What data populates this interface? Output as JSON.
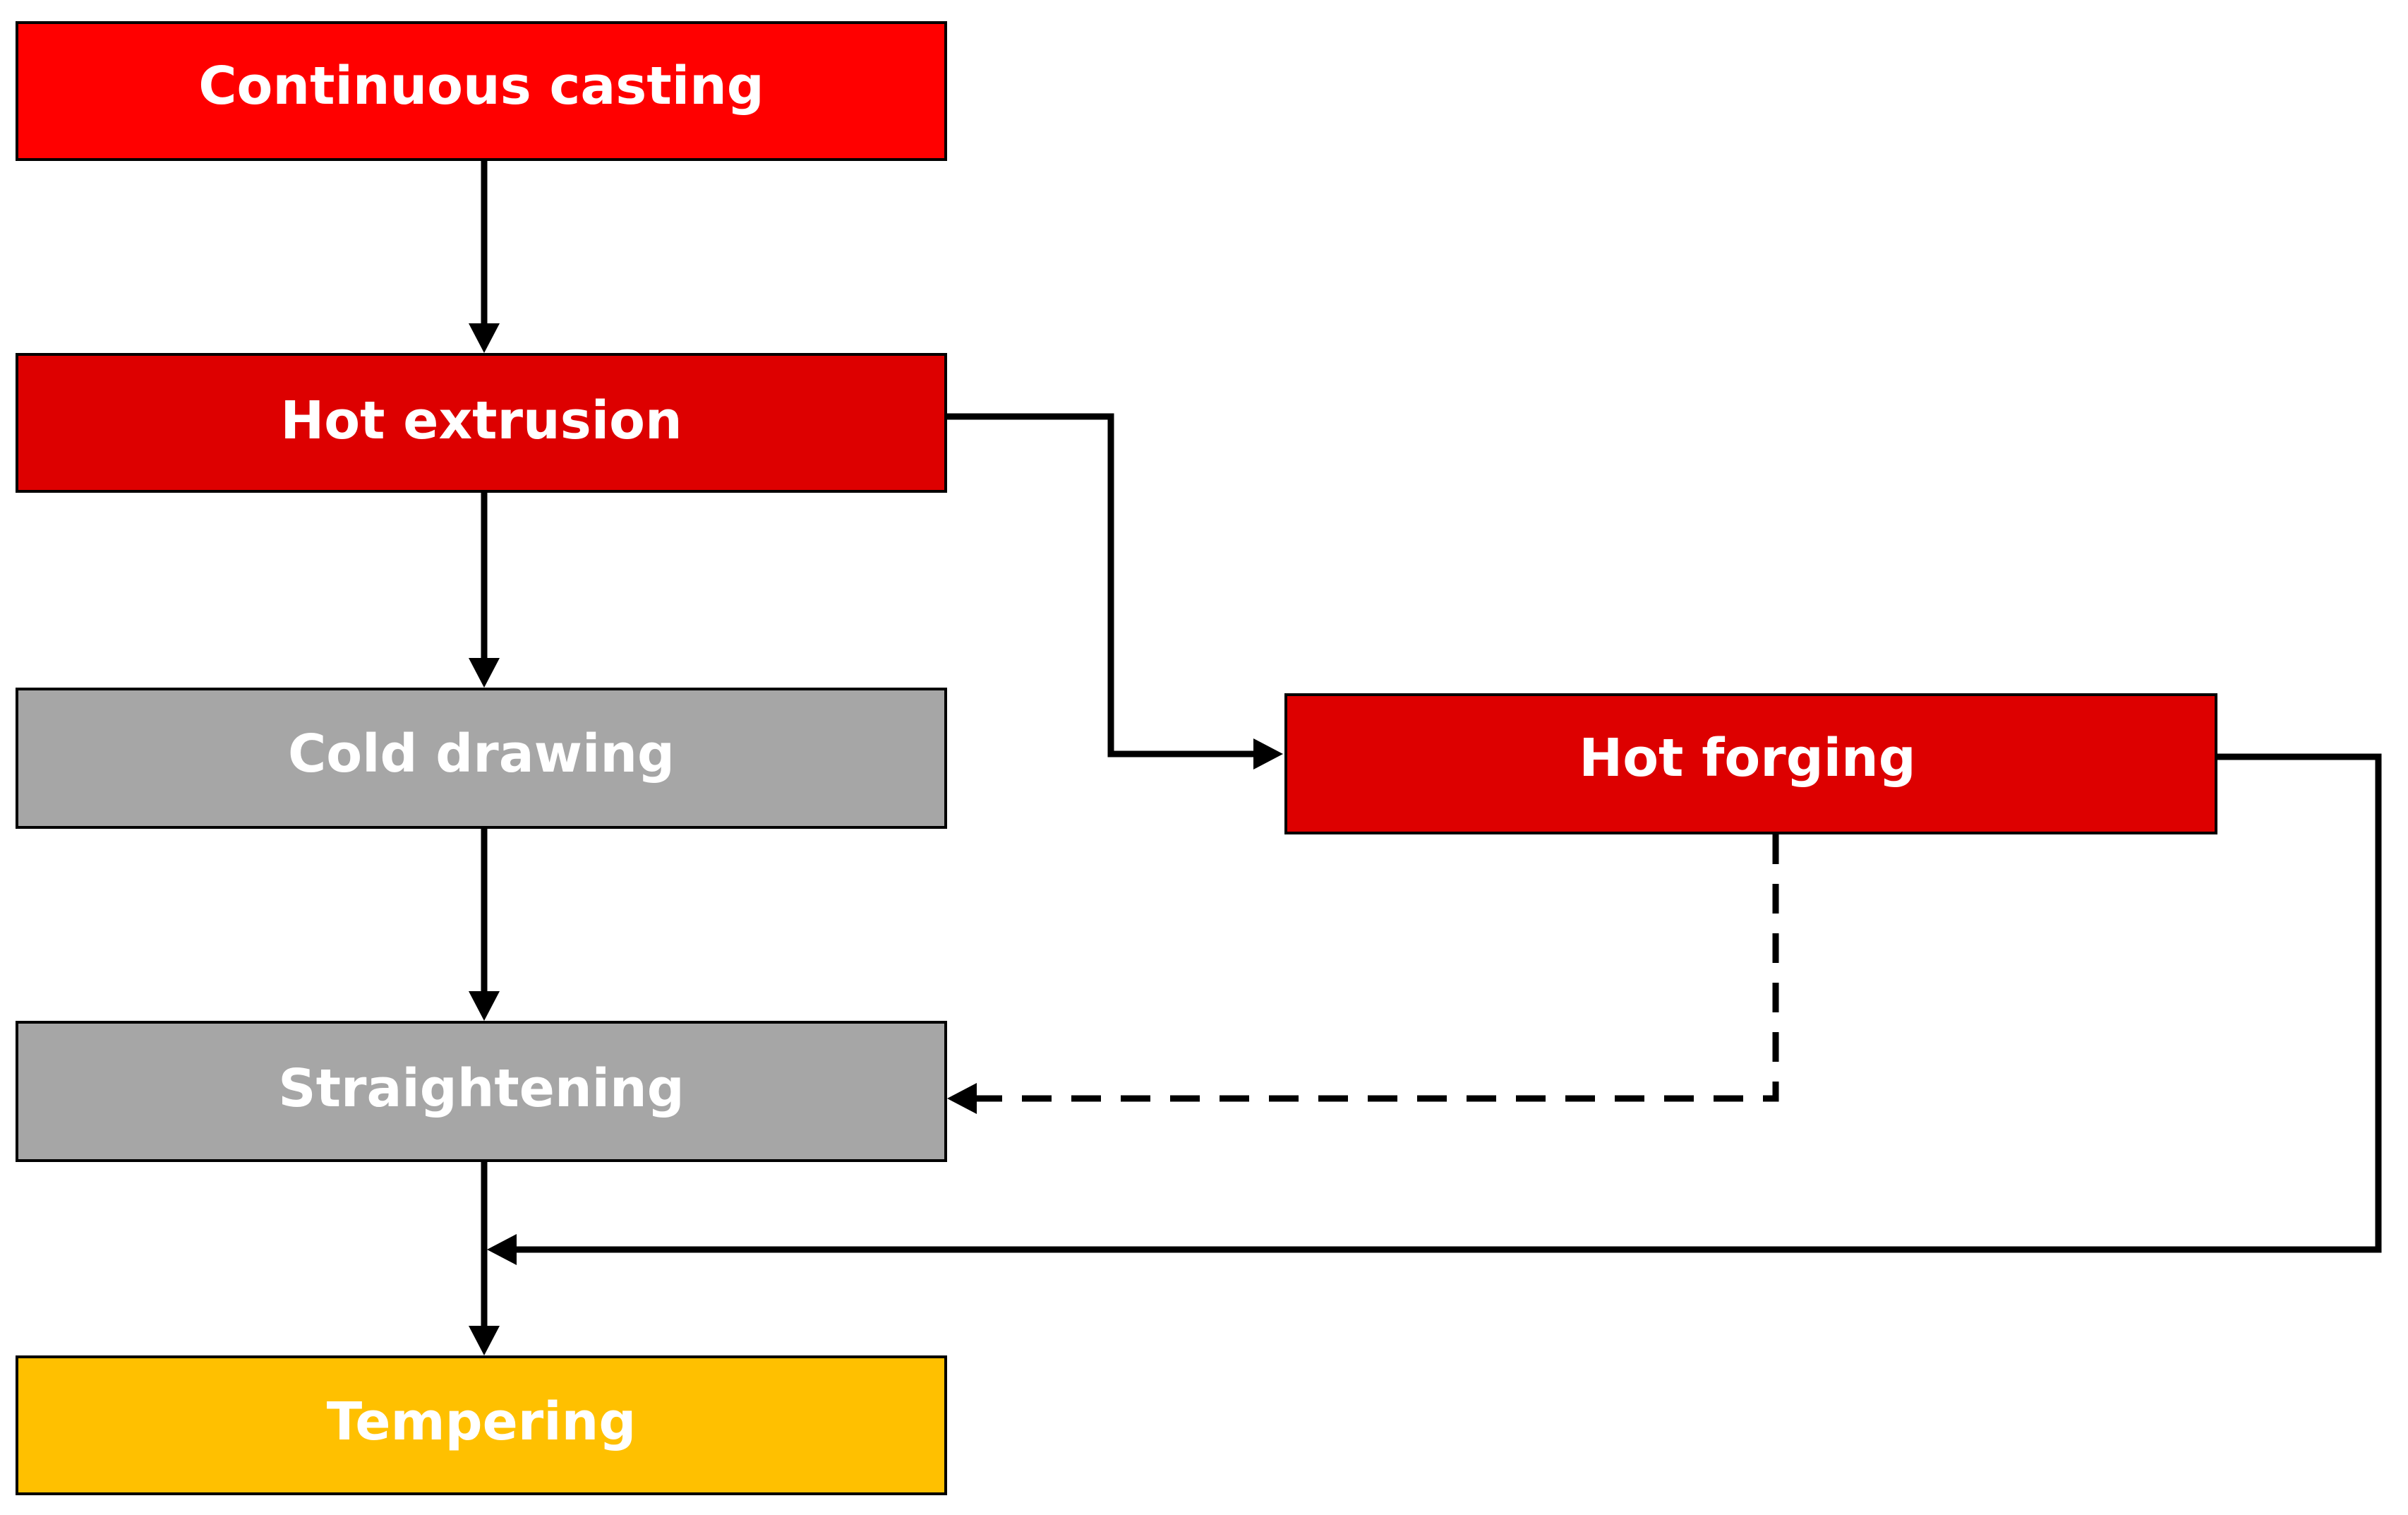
{
  "nodes": {
    "continuous_casting": {
      "label": "Continuous casting",
      "color": "#FF0000"
    },
    "hot_extrusion": {
      "label": "Hot extrusion",
      "color": "#DD0000"
    },
    "cold_drawing": {
      "label": "Cold drawing",
      "color": "#A6A6A6"
    },
    "straightening": {
      "label": "Straightening",
      "color": "#A6A6A6"
    },
    "tempering": {
      "label": "Tempering",
      "color": "#FFC000"
    },
    "hot_forging": {
      "label": "Hot forging",
      "color": "#DD0000"
    }
  },
  "edges": [
    {
      "from": "continuous_casting",
      "to": "hot_extrusion",
      "style": "solid"
    },
    {
      "from": "hot_extrusion",
      "to": "cold_drawing",
      "style": "solid"
    },
    {
      "from": "cold_drawing",
      "to": "straightening",
      "style": "solid"
    },
    {
      "from": "straightening",
      "to": "tempering",
      "style": "solid"
    },
    {
      "from": "hot_extrusion",
      "to": "hot_forging",
      "style": "solid"
    },
    {
      "from": "hot_forging",
      "to": "straightening",
      "style": "dashed"
    },
    {
      "from": "hot_forging",
      "to": "tempering",
      "style": "solid"
    }
  ]
}
